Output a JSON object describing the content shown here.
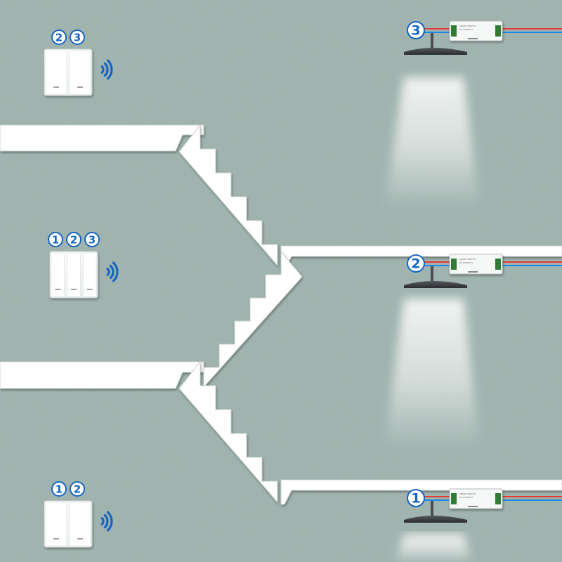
{
  "colors": {
    "wall": "#9fb3ae",
    "structure": "#ffffff",
    "badge_accent": "#1565c0",
    "signal_waves": "#1565c0",
    "wire_red": "#e53935",
    "wire_blue": "#1e88e5",
    "lamp": "#3c3f44"
  },
  "floors": [
    {
      "switch_panel": {
        "gangs": 2,
        "badges": [
          "2",
          "3"
        ]
      },
      "relay_badge": "3",
      "relay_label_lines": [
        "SMART SWITCH",
        "RF CONTROL"
      ],
      "light_on": true
    },
    {
      "switch_panel": {
        "gangs": 3,
        "badges": [
          "1",
          "2",
          "3"
        ]
      },
      "relay_badge": "2",
      "relay_label_lines": [
        "SMART SWITCH",
        "RF CONTROL"
      ],
      "light_on": true
    },
    {
      "switch_panel": {
        "gangs": 2,
        "badges": [
          "1",
          "2"
        ]
      },
      "relay_badge": "1",
      "relay_label_lines": [
        "SMART SWITCH",
        "RF CONTROL"
      ],
      "light_on": true
    }
  ]
}
